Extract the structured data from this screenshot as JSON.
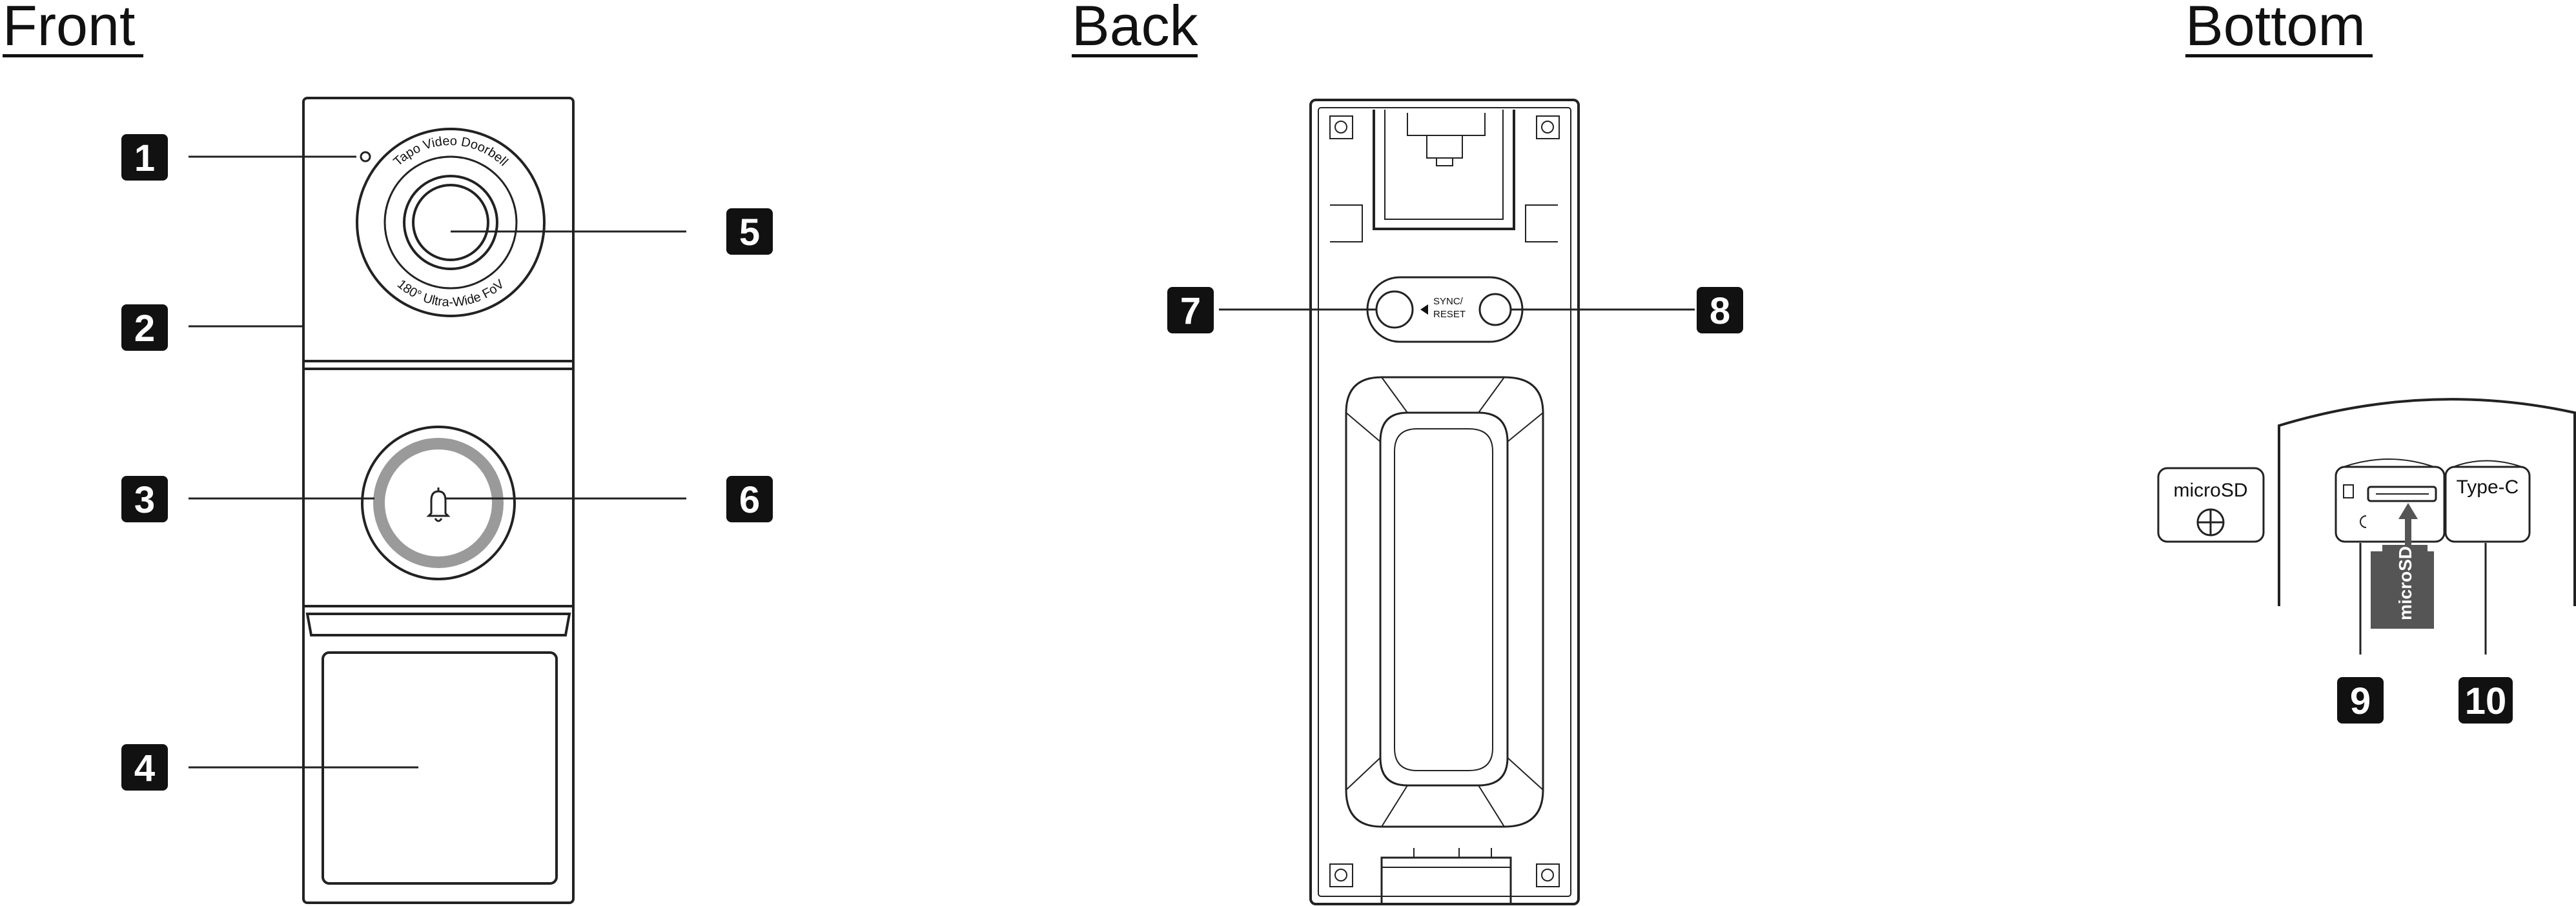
{
  "views": {
    "front": "Front",
    "back": "Back",
    "bottom": "Bottom"
  },
  "callouts": [
    "1",
    "2",
    "3",
    "4",
    "5",
    "6",
    "7",
    "8",
    "9",
    "10"
  ],
  "front_device": {
    "lens_ring_top": "Tapo Video Doorbell",
    "lens_ring_bottom": "180° Ultra-Wide FoV"
  },
  "back_device": {
    "button_label_line1": "SYNC/",
    "button_label_line2": "RESET"
  },
  "bottom_ports": {
    "microsd_slot_label": "microSD",
    "microsd_card_label": "microSD",
    "usb_port_label": "Type-C"
  }
}
